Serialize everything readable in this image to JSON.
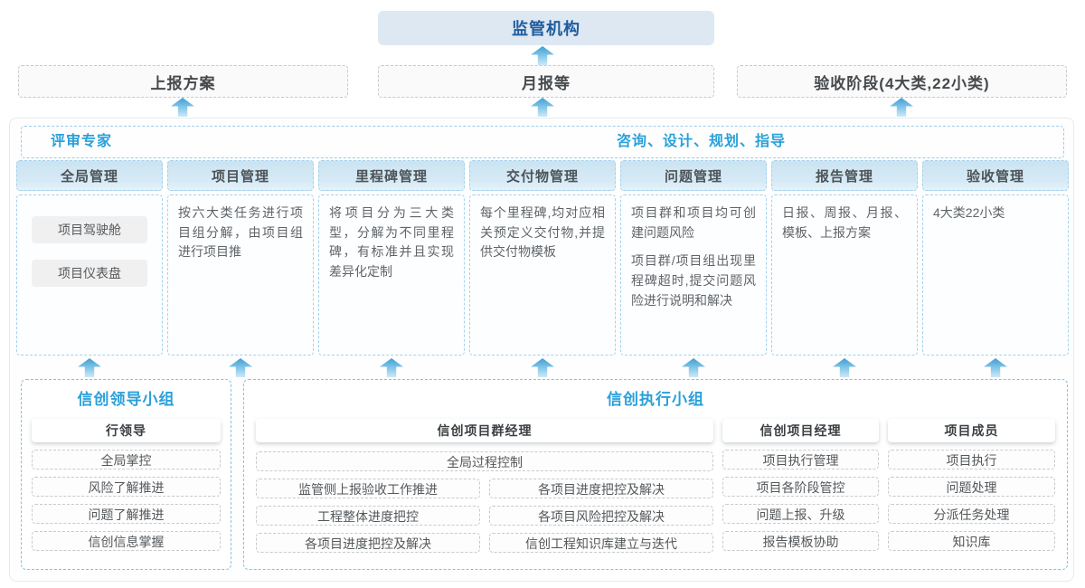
{
  "top": {
    "regulator": "监管机构"
  },
  "level2": [
    {
      "label": "上报方案"
    },
    {
      "label": "月报等"
    },
    {
      "label": "验收阶段(4大类,22小类)"
    }
  ],
  "platform": {
    "left_header": "评审专家",
    "right_header": "咨询、设计、规划、指导",
    "columns": [
      {
        "title": "全局管理",
        "buttons": [
          "项目驾驶舱",
          "项目仪表盘"
        ]
      },
      {
        "title": "项目管理",
        "text": [
          "按六大类任务进行项目组分解，由项目组进行项目推"
        ]
      },
      {
        "title": "里程碑管理",
        "text": [
          "将项目分为三大类型，分解为不同里程碑，有标准并且实现差异化定制"
        ]
      },
      {
        "title": "交付物管理",
        "text": [
          "每个里程碑,均对应相关预定义交付物,并提供交付物模板"
        ]
      },
      {
        "title": "问题管理",
        "text": [
          "项目群和项目均可创建问题风险",
          "项目群/项目组出现里程碑超时,提交问题风险进行说明和解决"
        ]
      },
      {
        "title": "报告管理",
        "text": [
          "日报、周报、月报、模板、上报方案"
        ]
      },
      {
        "title": "验收管理",
        "text": [
          "4大类22小类"
        ]
      }
    ]
  },
  "groups": {
    "leader": {
      "title": "信创领导小组",
      "role": "行领导",
      "items": [
        "全局掌控",
        "风险了解推进",
        "问题了解推进",
        "信创信息掌握"
      ]
    },
    "executor": {
      "title": "信创执行小组",
      "pm_group": {
        "role": "信创项目群经理",
        "span_item": "全局过程控制",
        "col1": [
          "监管侧上报验收工作推进",
          "工程整体进度把控",
          "各项目进度把控及解决"
        ],
        "col2": [
          "各项目进度把控及解决",
          "各项目风险把控及解决",
          "信创工程知识库建立与迭代"
        ]
      },
      "pm": {
        "role": "信创项目经理",
        "items": [
          "项目执行管理",
          "项目各阶段管控",
          "问题上报、升级",
          "报告模板协助"
        ]
      },
      "member": {
        "role": "项目成员",
        "items": [
          "项目执行",
          "问题处理",
          "分派任务处理",
          "知识库"
        ]
      }
    }
  },
  "colors": {
    "accent_blue": "#2aa0da",
    "dark_blue": "#1f5c9e",
    "header_fill": "#cfe6f3",
    "dashed_blue": "#9bcdeb",
    "arrow_blue": "#5fb4e2"
  }
}
